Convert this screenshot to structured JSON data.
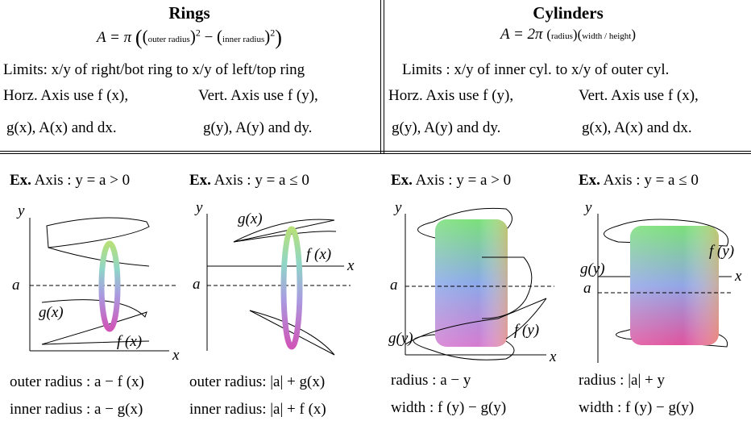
{
  "rings": {
    "title": "Rings",
    "formula_lhs": "A = π",
    "outer_label": "outer  radius",
    "inner_label": "inner  radius",
    "limits": "Limits: x/y of right/bot ring to x/y of left/top ring",
    "horz_axis_1": "Horz. Axis use f (x),",
    "horz_axis_2": "g(x), A(x) and dx.",
    "vert_axis_1": "Vert. Axis use f (y),",
    "vert_axis_2": "g(y), A(y) and dy."
  },
  "cylinders": {
    "title": "Cylinders",
    "formula_lhs": "A = 2π",
    "radius_label": "radius",
    "width_label": "width / height",
    "limits": "Limits : x/y of inner cyl. to x/y of outer cyl.",
    "horz_axis_1": "Horz. Axis use f (y),",
    "horz_axis_2": "g(y), A(y) and dy.",
    "vert_axis_1": "Vert. Axis use f (x),",
    "vert_axis_2": "g(x), A(x) and dx."
  },
  "examples": [
    {
      "ex_label": "Ex.",
      "axis_text": "Axis :  y = a > 0",
      "line1": "outer radius : a − f (x)",
      "line2": "inner radius :  a − g(x)",
      "fig": {
        "y": "y",
        "x": "x",
        "a": "a",
        "f": "f (x)",
        "g": "g(x)"
      }
    },
    {
      "ex_label": "Ex.",
      "axis_text": "Axis :  y = a ≤ 0",
      "line1": "outer radius: |a| + g(x)",
      "line2": "inner radius: |a| + f (x)",
      "fig": {
        "y": "y",
        "x": "x",
        "a": "a",
        "f": "f (x)",
        "g": "g(x)"
      }
    },
    {
      "ex_label": "Ex.",
      "axis_text": "Axis :  y = a > 0",
      "line1": "radius : a − y",
      "line2": "width :  f (y) − g(y)",
      "fig": {
        "y": "y",
        "x": "x",
        "a": "a",
        "f": "f (y)",
        "g": "g(y)"
      }
    },
    {
      "ex_label": "Ex.",
      "axis_text": "Axis :  y = a ≤ 0",
      "line1": "radius : |a| + y",
      "line2": "width :  f (y) − g(y)",
      "fig": {
        "y": "y",
        "x": "x",
        "a": "a",
        "f": "f (y)",
        "g": "g(y)"
      }
    }
  ]
}
